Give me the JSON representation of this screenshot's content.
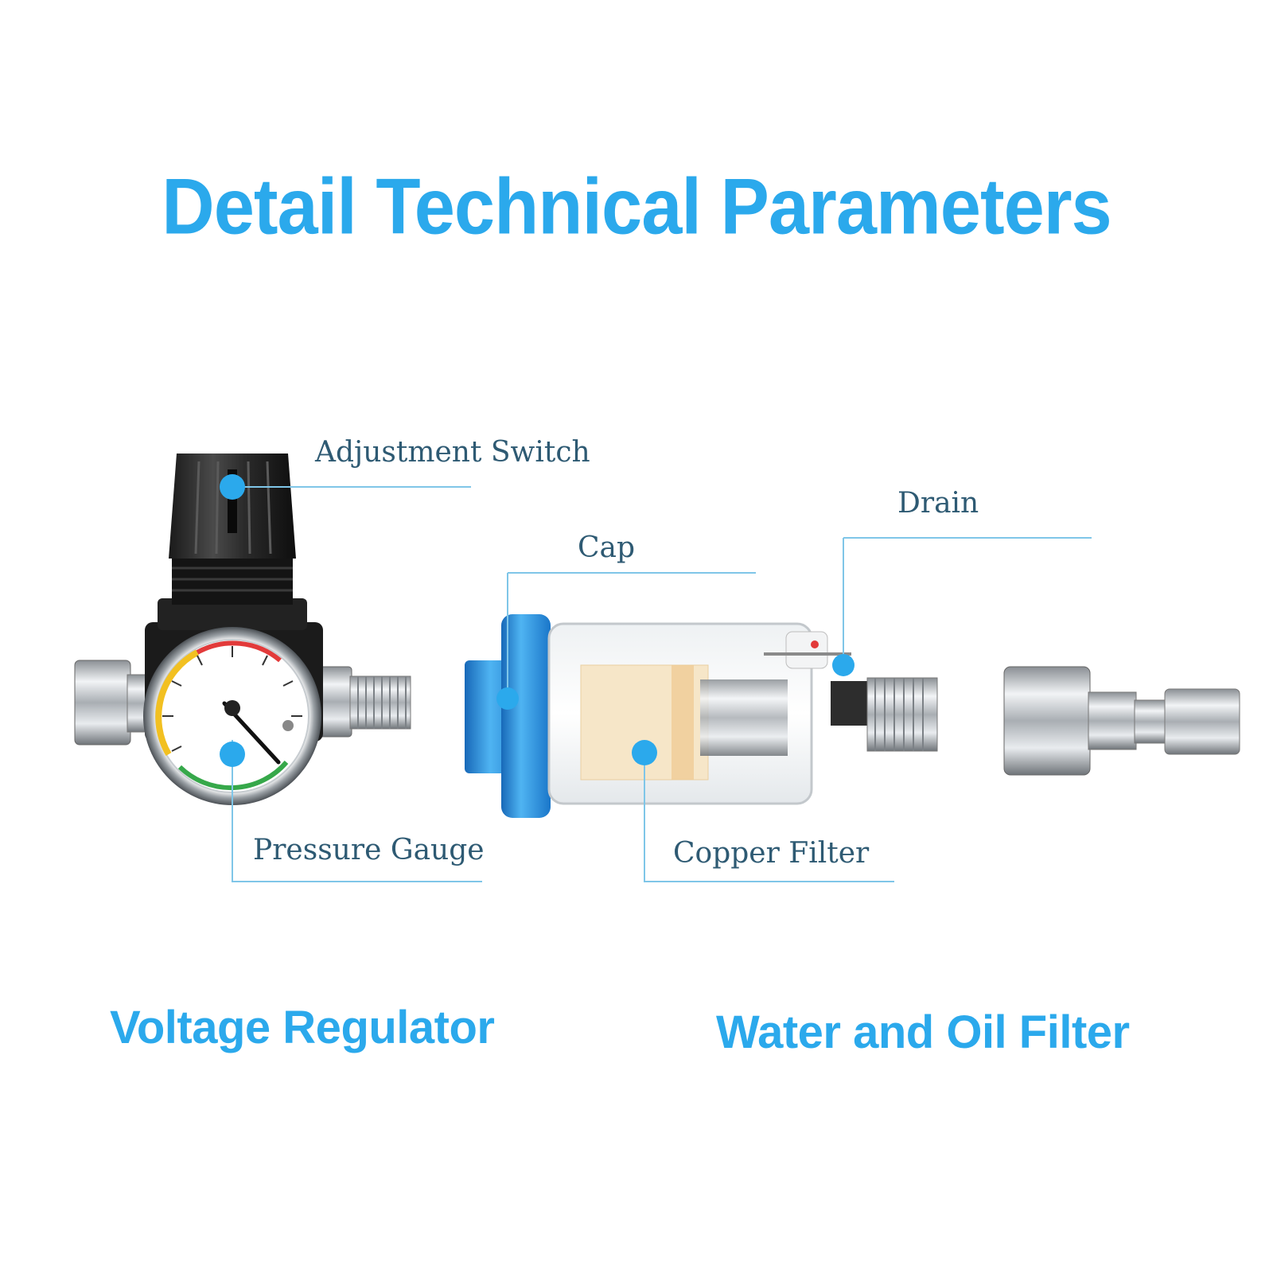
{
  "heading": "Detail Technical Parameters",
  "callouts": {
    "adjustment_switch": "Adjustment Switch",
    "drain": "Drain",
    "cap": "Cap",
    "pressure_gauge": "Pressure Gauge",
    "copper_filter": "Copper Filter"
  },
  "captions": {
    "left": "Voltage Regulator",
    "right": "Water and Oil Filter"
  },
  "colors": {
    "accent": "#2ba9ec",
    "label_text": "#2e5a73",
    "callout_line": "#7fc6e8",
    "cap_blue": "#2a8fe0"
  }
}
